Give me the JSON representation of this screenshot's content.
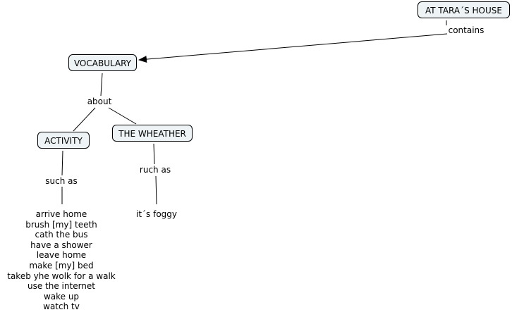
{
  "concepts": {
    "root": "AT TARA´S HOUSE",
    "vocabulary": "VOCABULARY",
    "activity": "ACTIVITY",
    "weather": "THE WHEATHER"
  },
  "links": {
    "contains": "contains",
    "about": "about",
    "such_as": "such as",
    "ruch_as": "ruch as"
  },
  "activity_items": [
    "arrive home",
    "brush [my] teeth",
    "cath the bus",
    "have a shower",
    "leave home",
    "make [my] bed",
    "takeb yhe wolk for a walk",
    "use the internet",
    "wake up",
    "watch tv"
  ],
  "weather_items": [
    "it´s foggy"
  ]
}
